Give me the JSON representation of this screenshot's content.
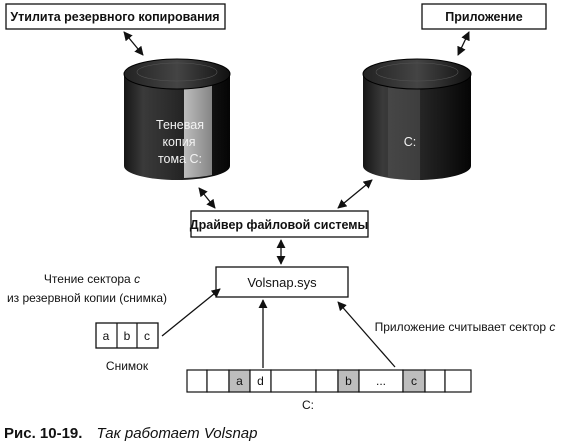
{
  "boxes": {
    "backup_utility": "Утилита резервного копирования",
    "application": "Приложение",
    "fs_driver": "Драйвер файловой системы",
    "volsnap": "Volsnap.sys"
  },
  "cylinders": {
    "left_label_lines": [
      "Теневая",
      "копия",
      "тома C:"
    ],
    "right_label": "C:"
  },
  "read_backup_label": {
    "line1_prefix": "Чтение сектора ",
    "line1_var": "c",
    "line2": "из резервной копии (снимка)"
  },
  "app_reads_label": {
    "prefix": "Приложение считывает сектор ",
    "var": "c"
  },
  "snapshot": {
    "cells": [
      "a",
      "b",
      "c"
    ],
    "caption": "Снимок"
  },
  "disk": {
    "cells": [
      "",
      "",
      "a",
      "d",
      "",
      "",
      "b",
      "...",
      "c",
      "",
      ""
    ],
    "caption": "C:"
  },
  "figure_caption": {
    "number": "Рис. 10-19.",
    "title": "Так работает Volsnap"
  }
}
